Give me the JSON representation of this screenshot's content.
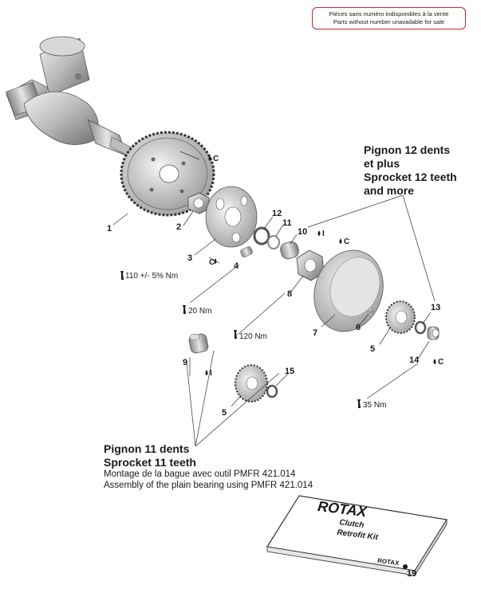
{
  "notice": {
    "fr": "Pièces sans numéro indisponibles à la vente",
    "en": "Parts without number unavailable for sale"
  },
  "parts": [
    {
      "number": "1"
    },
    {
      "number": "2"
    },
    {
      "number": "3"
    },
    {
      "number": "4"
    },
    {
      "number": "5"
    },
    {
      "number": "6"
    },
    {
      "number": "7"
    },
    {
      "number": "8"
    },
    {
      "number": "9"
    },
    {
      "number": "10"
    },
    {
      "number": "11"
    },
    {
      "number": "12"
    },
    {
      "number": "13"
    },
    {
      "number": "14"
    },
    {
      "number": "15"
    },
    {
      "number": "5"
    }
  ],
  "torques": {
    "t110": "110 +/- 5% Nm",
    "t20": "20 Nm",
    "t120": "120 Nm",
    "t35": "35 Nm"
  },
  "symbols": {
    "grease_c": "C",
    "grease_i": "I"
  },
  "callout_12": {
    "line1": "Pignon 12 dents",
    "line2": "et plus",
    "line3": "Sprocket 12 teeth",
    "line4": "and more"
  },
  "callout_11": {
    "line1": "Pignon 11 dents",
    "line2": "Sprocket 11 teeth"
  },
  "assembly_note": {
    "fr": "Montage de la bague avec outil PMFR 421.014",
    "en": "Assembly of the plain bearing using PMFR 421.014"
  },
  "kit_box": {
    "brand": "ROTAX",
    "line1": "Clutch",
    "line2": "Retrofit Kit",
    "small_brand": "ROTAX"
  },
  "page_number": "19"
}
